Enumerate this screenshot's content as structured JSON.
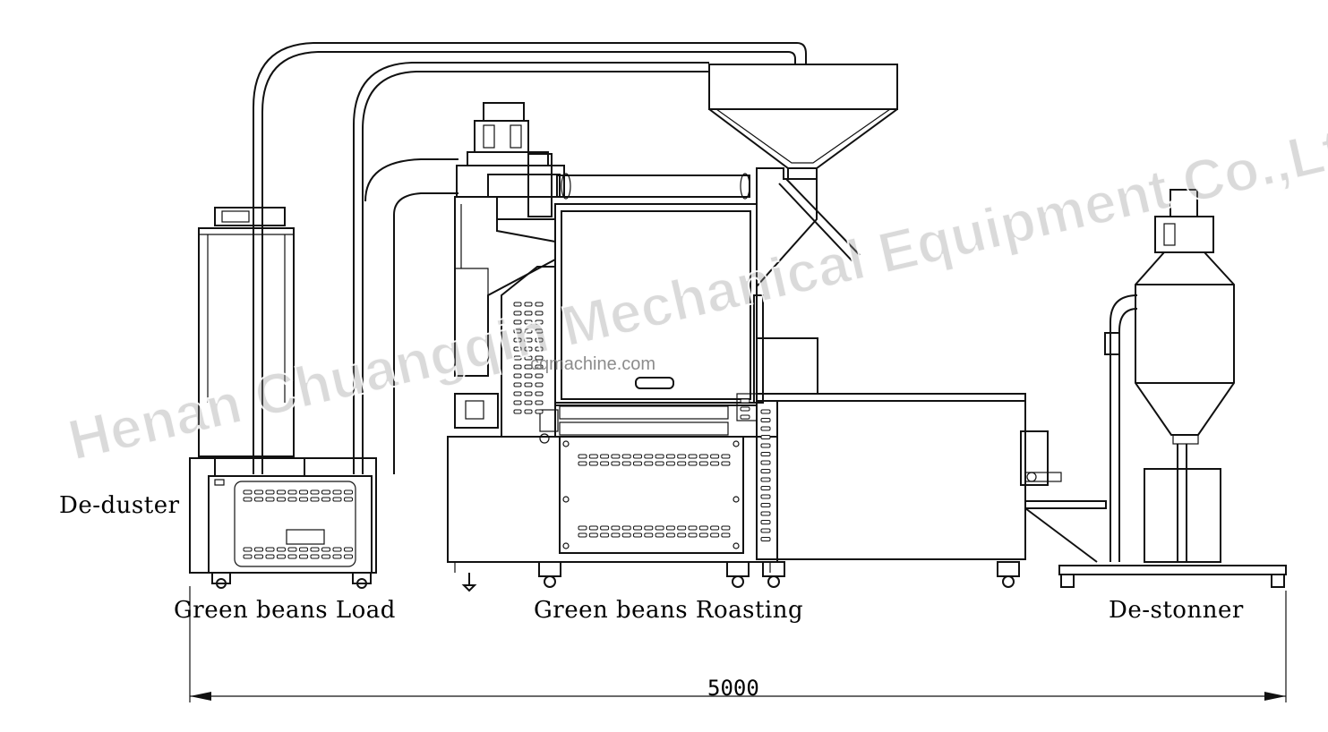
{
  "labels": {
    "de_duster": "De-duster",
    "green_beans_load": "Green beans Load",
    "green_beans_roasting": "Green beans Roasting",
    "de_stonner": "De-stonner"
  },
  "dimension": {
    "total_length": "5000"
  },
  "watermark": {
    "company": "Henan Chuangqin Mechanical Equipment Co.,Ltd",
    "website": "cqmachine.com"
  },
  "colors": {
    "line": "#111111",
    "background": "#ffffff"
  }
}
